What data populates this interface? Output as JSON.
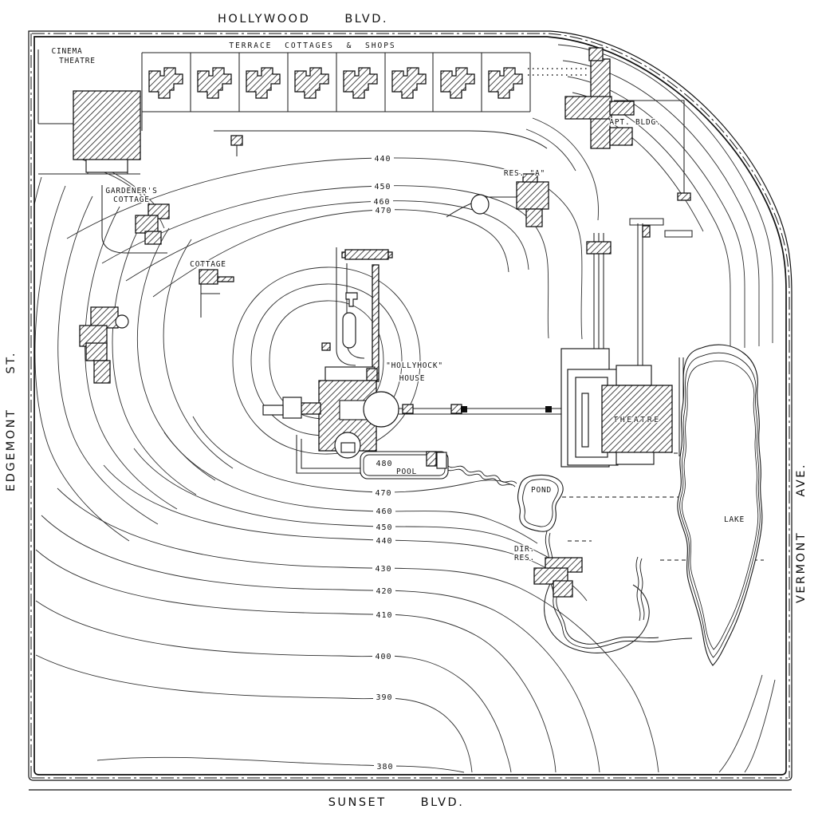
{
  "streets": {
    "top": "HOLLYWOOD BLVD.",
    "bottom": "SUNSET BLVD.",
    "left": "EDGEMONT ST.",
    "right": "VERMONT AVE."
  },
  "districts": {
    "terrace_row": "TERRACE COTTAGES & SHOPS"
  },
  "buildings": {
    "cinema_theatre": {
      "line1": "CINEMA",
      "line2": "THEATRE"
    },
    "apt_bldg": "APT. BLDG.",
    "res_a": "RES. \"A\"",
    "gardeners_cottage": {
      "line1": "GARDENER'S",
      "line2": "COTTAGE"
    },
    "cottage": "COTTAGE",
    "hollyhock_house": {
      "line1": "\"HOLLYHOCK\"",
      "line2": "HOUSE"
    },
    "theatre": "THEATRE",
    "dir_res": {
      "line1": "DIR.",
      "line2": "RES."
    }
  },
  "water": {
    "pool": "POOL",
    "pond": "POND",
    "lake": "LAKE"
  },
  "contour_elevations": {
    "north": [
      "440",
      "450",
      "460",
      "470"
    ],
    "pool_terrace": "480",
    "south": [
      "470",
      "460",
      "450",
      "440",
      "430",
      "420",
      "410",
      "400",
      "390",
      "380"
    ]
  },
  "colors": {
    "ink": "#1c1c1c",
    "paper": "#ffffff"
  }
}
